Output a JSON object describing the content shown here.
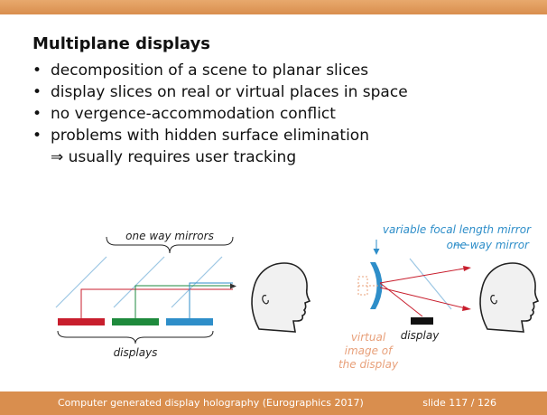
{
  "slide": {
    "title": "Multiplane displays",
    "bullets": [
      "decomposition of a scene to planar slices",
      "display slices on real or virtual places in space",
      "no vergence-accommodation conflict",
      "problems with hidden surface elimination"
    ],
    "sub_bullet": "⇒ usually requires user tracking"
  },
  "diagram_left": {
    "mirrors_label": "one way mirrors",
    "displays_label": "displays",
    "display_colors": [
      "#c81e2d",
      "#1e8a3c",
      "#2e8ec9"
    ]
  },
  "diagram_right": {
    "focal_mirror_label": "variable focal length mirror",
    "one_way_mirror_label": "one way mirror",
    "display_label": "display",
    "virtual_image_label": [
      "virtual",
      "image of",
      "the display"
    ]
  },
  "footer": {
    "left_text": "Computer generated display holography (Eurographics 2017)",
    "right_text": "slide 117 / 126"
  },
  "colors": {
    "accent": "#d98e4e",
    "mirror_blue": "#2e8ec9",
    "ray_red": "#c81e2d",
    "virtual_image": "#e8a07a"
  }
}
